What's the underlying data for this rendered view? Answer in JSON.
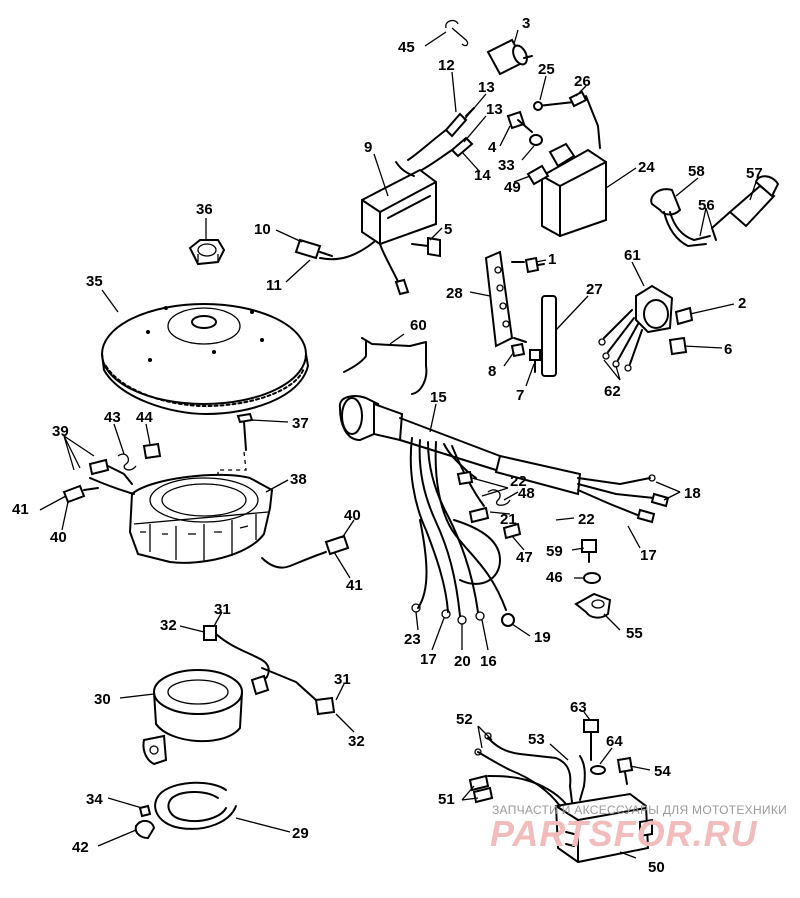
{
  "callouts": {
    "l45": "45",
    "l3": "3",
    "l12": "12",
    "l13a": "13",
    "l13b": "13",
    "l25": "25",
    "l26": "26",
    "l4": "4",
    "l33": "33",
    "l49": "49",
    "l14": "14",
    "l9": "9",
    "l24": "24",
    "l58": "58",
    "l57": "57",
    "l56": "56",
    "l36": "36",
    "l10": "10",
    "l5": "5",
    "l11": "11",
    "l1": "1",
    "l61": "61",
    "l35": "35",
    "l28": "28",
    "l27": "27",
    "l2": "2",
    "l60": "60",
    "l6": "6",
    "l8": "8",
    "l7": "7",
    "l62": "62",
    "l15": "15",
    "l43": "43",
    "l44": "44",
    "l37": "37",
    "l39": "39",
    "l38": "38",
    "l22a": "22",
    "l48": "48",
    "l18": "18",
    "l41a": "41",
    "l40a": "40",
    "l21": "21",
    "l22b": "22",
    "l40b": "40",
    "l47": "47",
    "l17a": "17",
    "l59": "59",
    "l41b": "41",
    "l46": "46",
    "l31a": "31",
    "l32a": "32",
    "l55": "55",
    "l23": "23",
    "l17b": "17",
    "l20": "20",
    "l16": "16",
    "l19": "19",
    "l30": "30",
    "l31b": "31",
    "l32b": "32",
    "l63": "63",
    "l52": "52",
    "l53": "53",
    "l64": "64",
    "l54": "54",
    "l34": "34",
    "l51": "51",
    "l29": "29",
    "l42": "42",
    "l50": "50"
  },
  "watermark": {
    "tagline": "ЗАПЧАСТИ И АКСЕССУАРЫ ДЛЯ МОТОТЕХНИКИ",
    "brand": "PARTSFOR.RU"
  }
}
